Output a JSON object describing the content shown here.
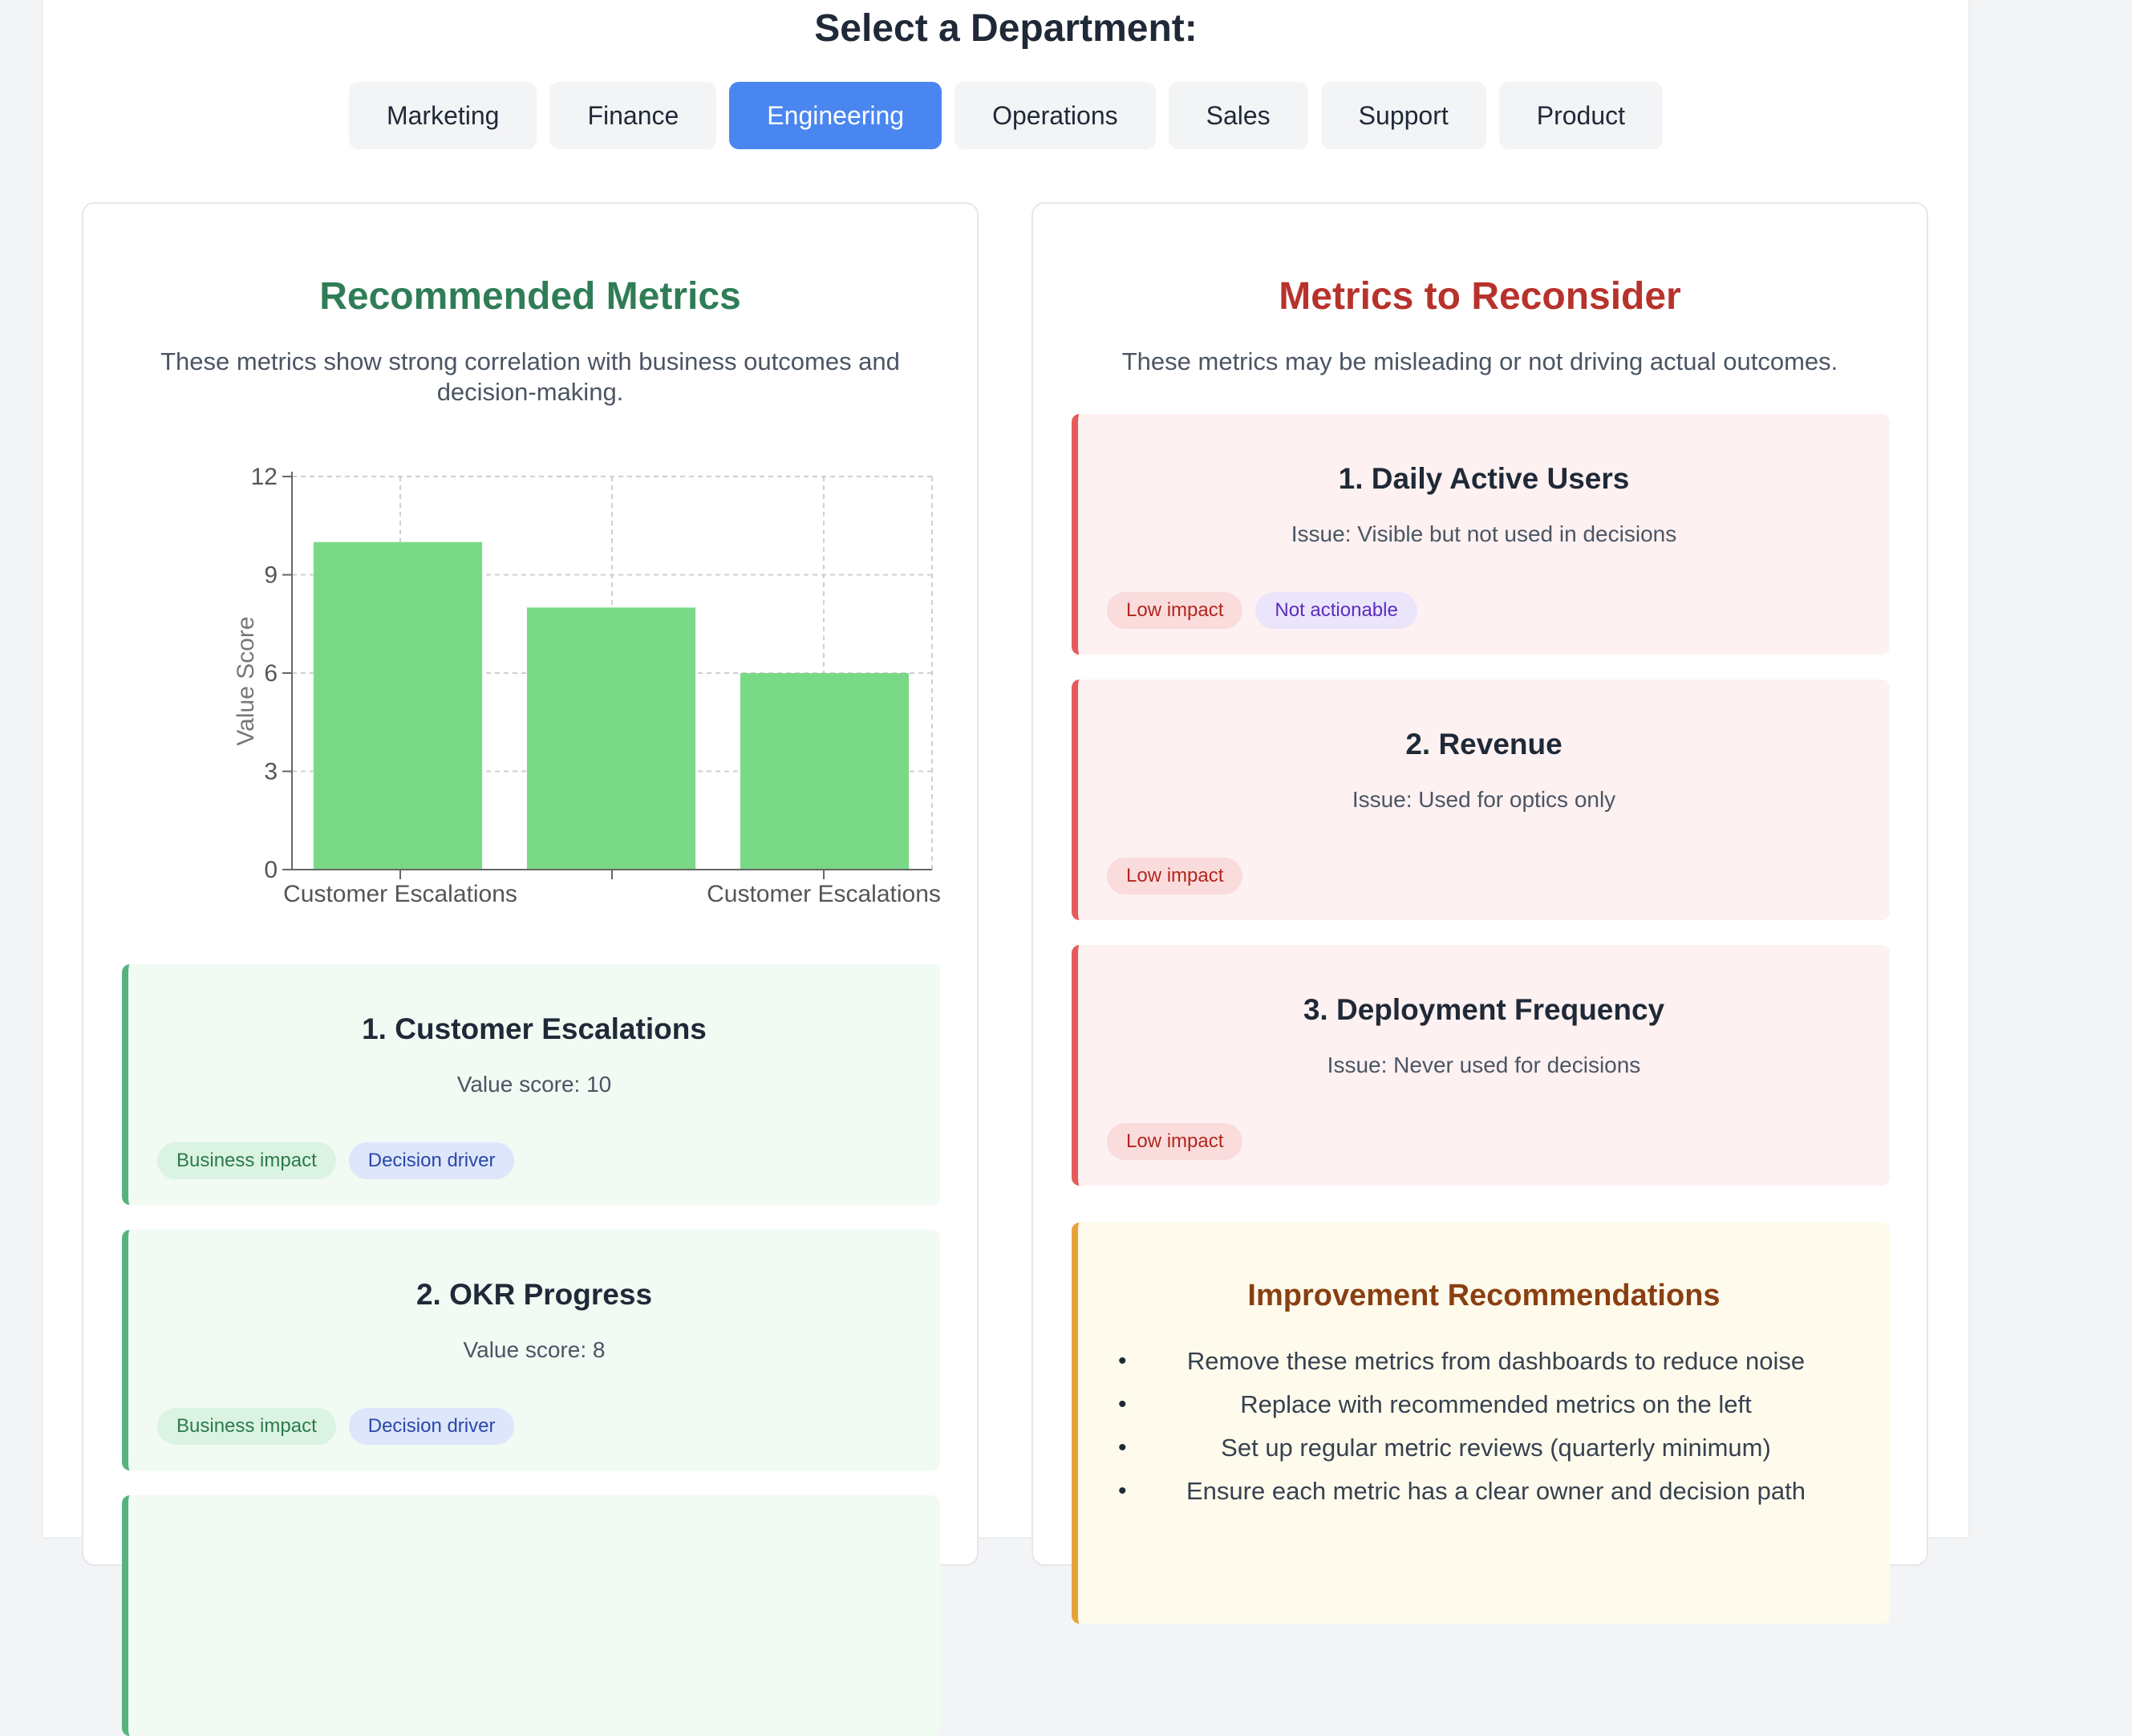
{
  "header": {
    "title": "Select a Department:",
    "tabs": [
      {
        "label": "Marketing",
        "active": false
      },
      {
        "label": "Finance",
        "active": false
      },
      {
        "label": "Engineering",
        "active": true
      },
      {
        "label": "Operations",
        "active": false
      },
      {
        "label": "Sales",
        "active": false
      },
      {
        "label": "Support",
        "active": false
      },
      {
        "label": "Product",
        "active": false
      }
    ]
  },
  "recommended": {
    "title": "Recommended Metrics",
    "description": "These metrics show strong correlation with business outcomes and decision-making.",
    "cards": [
      {
        "title": "1. Customer Escalations",
        "subtitle": "Value score: 10",
        "tags": [
          "Business impact",
          "Decision driver"
        ]
      },
      {
        "title": "2. OKR Progress",
        "subtitle": "Value score: 8",
        "tags": [
          "Business impact",
          "Decision driver"
        ]
      }
    ]
  },
  "reconsider": {
    "title": "Metrics to Reconsider",
    "description": "These metrics may be misleading or not driving actual outcomes.",
    "cards": [
      {
        "title": "1. Daily Active Users",
        "subtitle": "Issue: Visible but not used in decisions",
        "tags": [
          "Low impact",
          "Not actionable"
        ]
      },
      {
        "title": "2. Revenue",
        "subtitle": "Issue: Used for optics only",
        "tags": [
          "Low impact"
        ]
      },
      {
        "title": "3. Deployment Frequency",
        "subtitle": "Issue: Never used for decisions",
        "tags": [
          "Low impact"
        ]
      }
    ]
  },
  "recommendations": {
    "title": "Improvement Recommendations",
    "items": [
      "Remove these metrics from dashboards to reduce noise",
      "Replace with recommended metrics on the left",
      "Set up regular metric reviews (quarterly minimum)",
      "Ensure each metric has a clear owner and decision path"
    ]
  },
  "colors": {
    "accent": "#4a86f0",
    "good": "#56b37f",
    "bad": "#e35b5b",
    "warn": "#e9a23b",
    "bar": "#7ad987"
  },
  "chart_data": {
    "type": "bar",
    "values": [
      10,
      8,
      6
    ],
    "tick_labels": [
      "Customer Escalations",
      "",
      "Customer Escalations"
    ],
    "ylabel": "Value Score",
    "ylim": [
      0,
      12
    ],
    "yticks": [
      "0",
      "3",
      "6",
      "9",
      "12"
    ],
    "grid": true
  }
}
